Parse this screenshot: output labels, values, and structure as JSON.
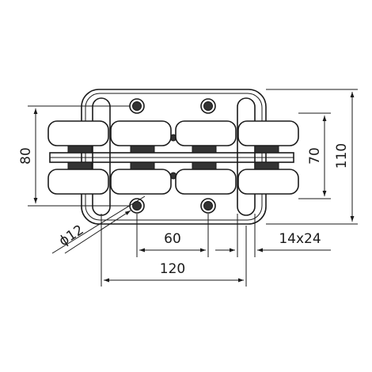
{
  "dimensions": {
    "height_left": "80",
    "height_inner": "70",
    "height_outer": "110",
    "hole_diameter": "ϕ12",
    "hole_spacing": "60",
    "slot_size": "14x24",
    "overall_width": "120"
  },
  "colors": {
    "line": "#1a1a1a",
    "background": "#ffffff"
  }
}
